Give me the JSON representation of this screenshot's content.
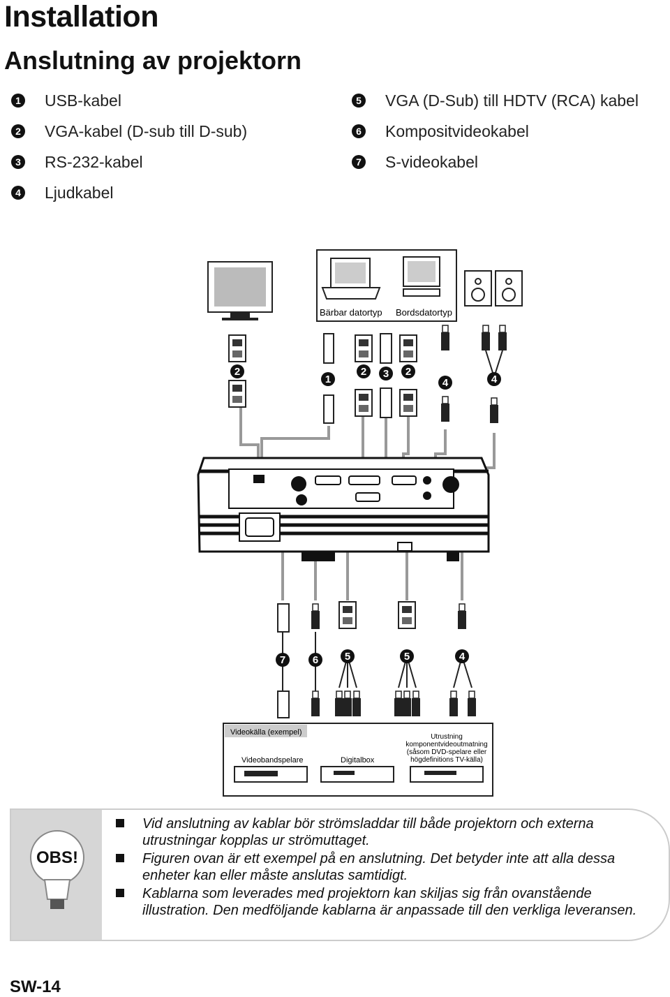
{
  "header": {
    "title": "Installation",
    "subtitle": "Anslutning av projektorn"
  },
  "legend": [
    {
      "n": "1",
      "label": "USB-kabel"
    },
    {
      "n": "2",
      "label": "VGA-kabel (D-sub till D-sub)"
    },
    {
      "n": "3",
      "label": "RS-232-kabel"
    },
    {
      "n": "4",
      "label": "Ljudkabel"
    },
    {
      "n": "5",
      "label": "VGA (D-Sub) till HDTV (RCA) kabel"
    },
    {
      "n": "6",
      "label": "Kompositvideokabel"
    },
    {
      "n": "7",
      "label": "S-videokabel"
    }
  ],
  "diagram": {
    "laptop_label": "Bärbar datortyp",
    "desktop_label": "Bordsdatortyp",
    "video_source_label": "Videokälla (exempel)",
    "vcr_label": "Videobandspelare",
    "digitalbox_label": "Digitalbox",
    "component_label_1": "Utrustning",
    "component_label_2": "komponentvideoutmatning",
    "component_label_3": "(såsom DVD-spelare eller",
    "component_label_4": "högdefinitions TV-källa)"
  },
  "note": {
    "badge": "OBS!",
    "bullets": [
      "Vid anslutning av kablar bör strömsladdar till både projektorn och externa utrustningar kopplas ur strömuttaget.",
      "Figuren ovan är ett exempel på en anslutning. Det betyder inte att alla dessa enheter kan eller måste anslutas samtidigt.",
      "Kablarna som leverades med projektorn kan skiljas sig från ovanstående illustration. Den medföljande kablarna är anpassade till den verkliga leveransen."
    ]
  },
  "footer": {
    "page": "SW-14"
  }
}
